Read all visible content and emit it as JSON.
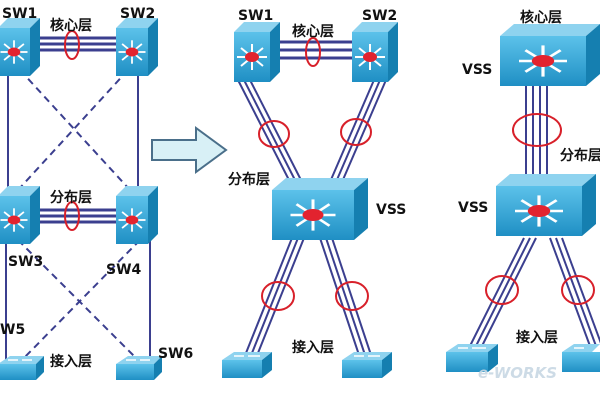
{
  "diagram1": {
    "sw1": "SW1",
    "sw2": "SW2",
    "sw3": "SW3",
    "sw4": "SW4",
    "sw5": "W5",
    "sw6": "SW6",
    "core_layer": "核心层",
    "distribution_layer": "分布层",
    "access_layer": "接入层"
  },
  "diagram2": {
    "sw1": "SW1",
    "sw2": "SW2",
    "core_layer": "核心层",
    "distribution_layer": "分布层",
    "vss": "VSS",
    "access_layer": "接入层"
  },
  "diagram3": {
    "core_layer": "核心层",
    "vss_top": "VSS",
    "distribution_layer": "分布层",
    "vss_bottom": "VSS",
    "access_layer": "接入层"
  },
  "watermark": "e-WORKS",
  "colors": {
    "switch_face": "#2aa3d6",
    "switch_top": "#8fd3ef",
    "switch_side": "#157fb0",
    "link": "#3b3f8f",
    "ellipse": "#d8202a",
    "arrow_fill": "#d8f0f6",
    "arrow_stroke": "#4a6f8a"
  }
}
